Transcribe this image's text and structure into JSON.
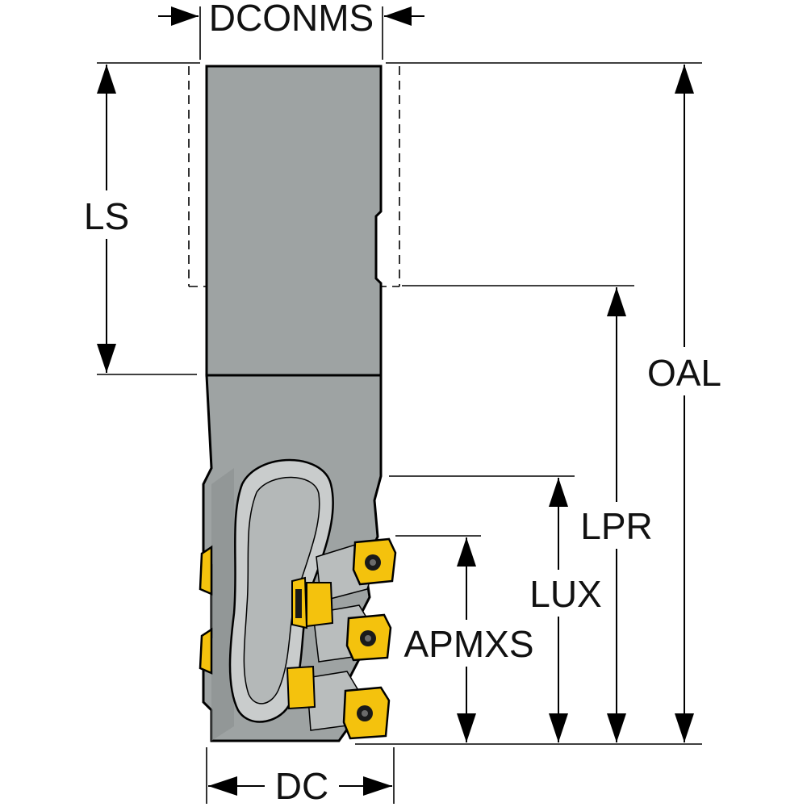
{
  "dimensions": {
    "dconms": "DCONMS",
    "ls": "LS",
    "oal": "OAL",
    "lpr": "LPR",
    "lux": "LUX",
    "apmxs": "APMXS",
    "dc": "DC"
  },
  "colors": {
    "shank": "#9ea3a3",
    "shank_shadow": "#7d8282",
    "flute": "#c9cccc",
    "insert": "#f4c20d",
    "insert_edge": "#b8900a",
    "screw": "#1a1a1a",
    "line": "#000000"
  }
}
